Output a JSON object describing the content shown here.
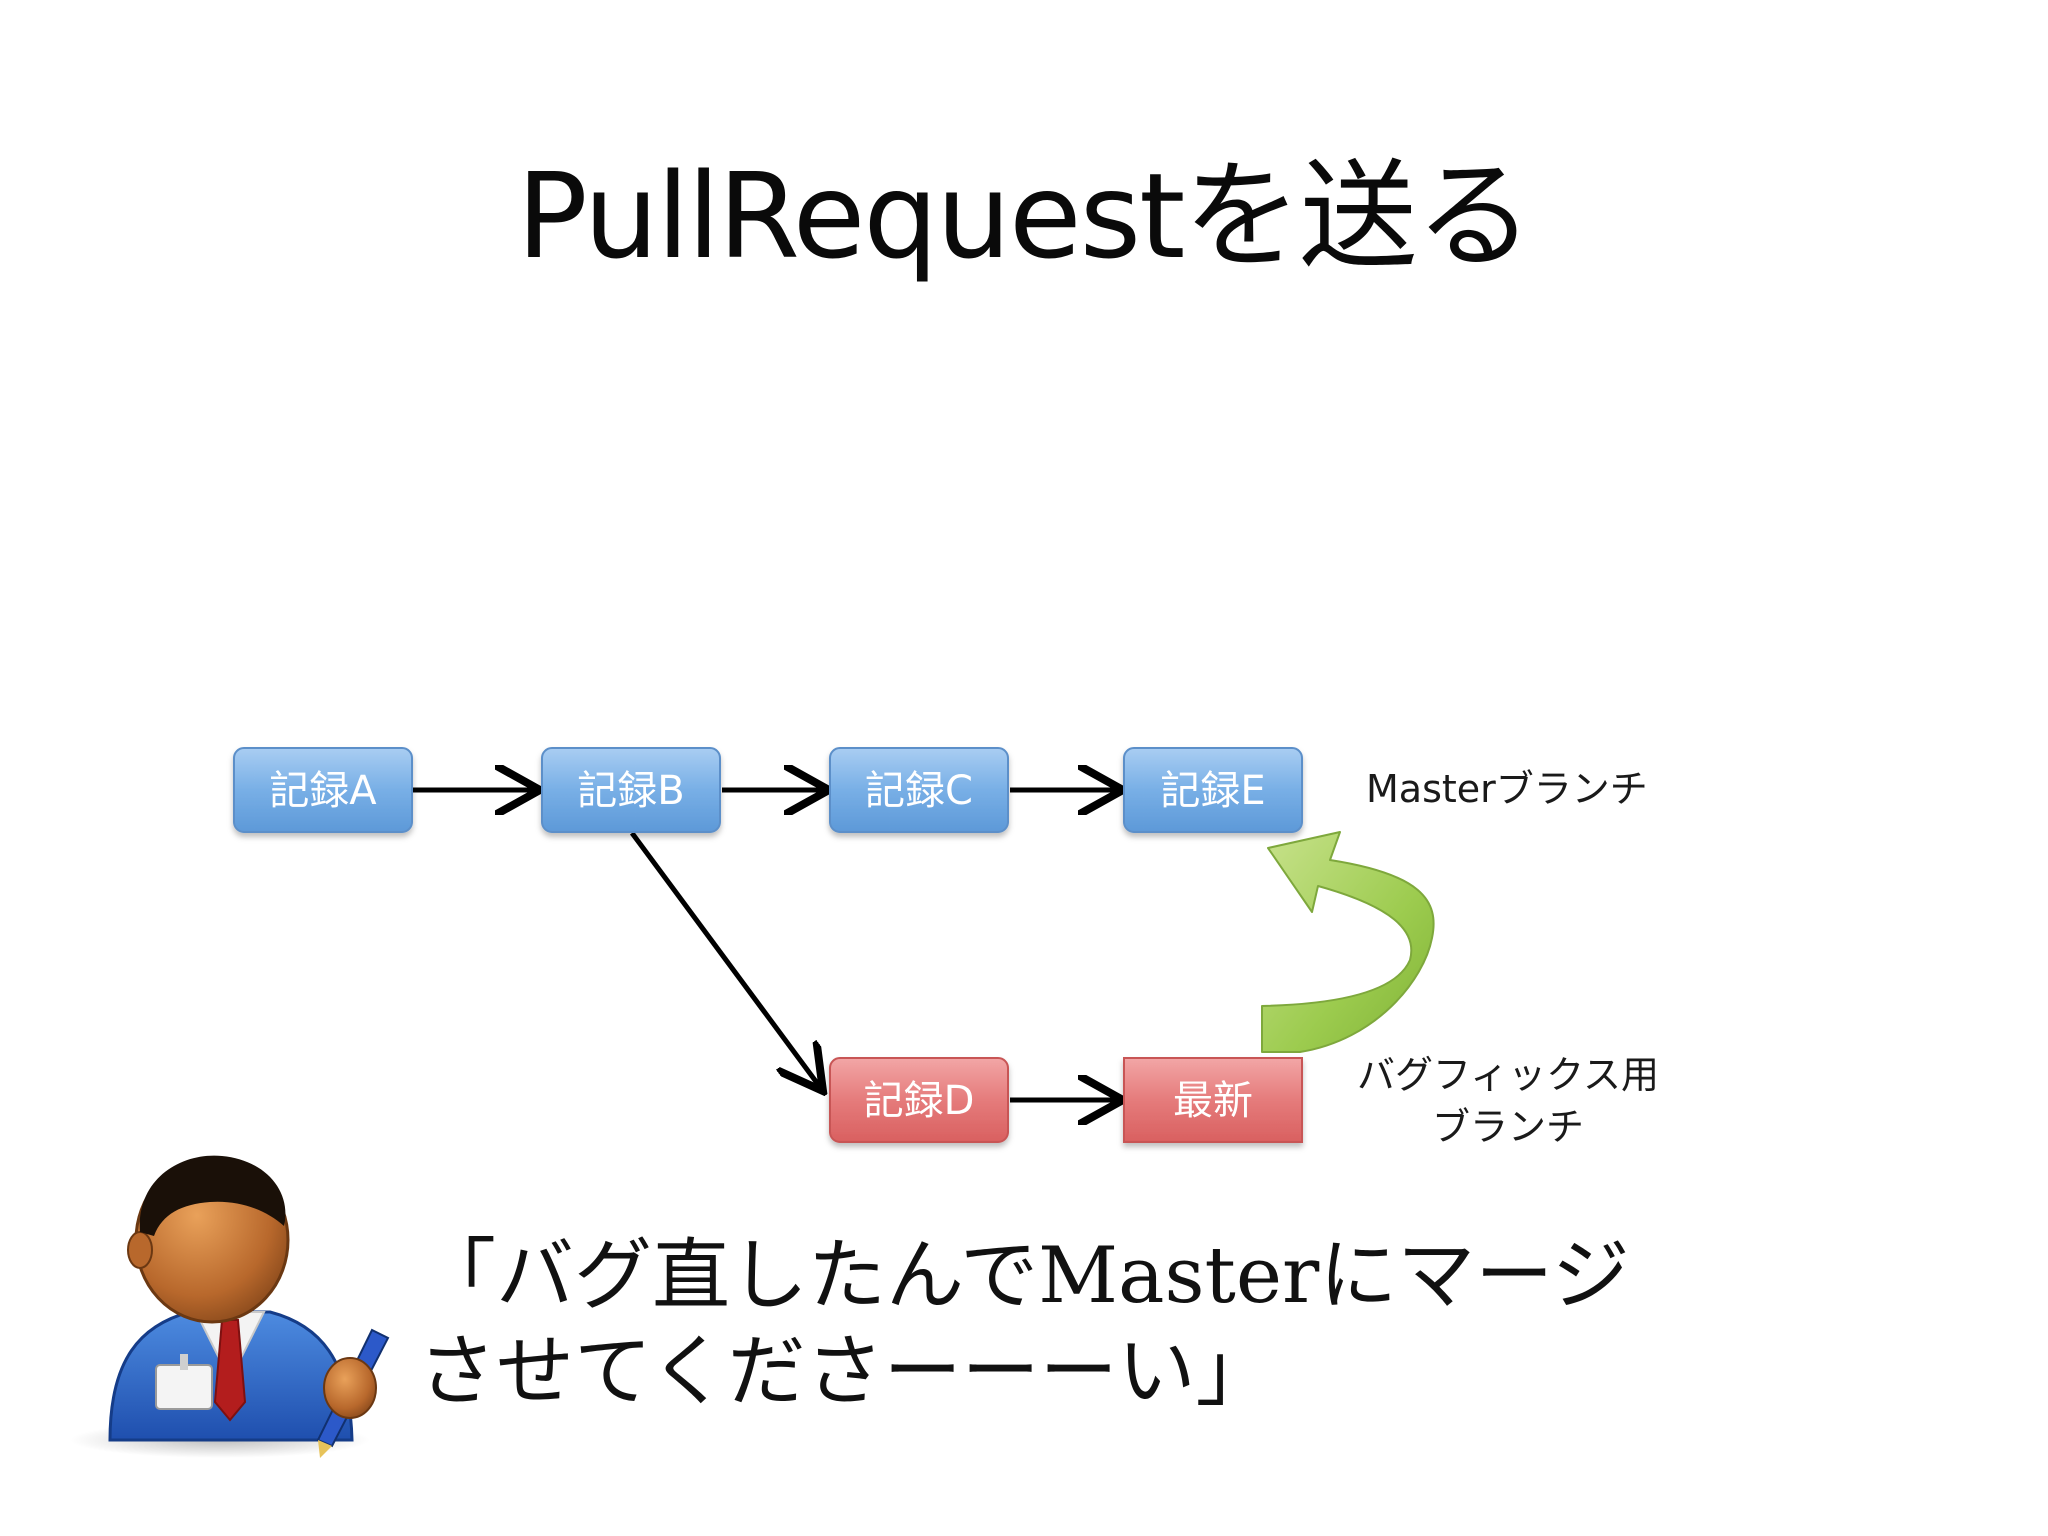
{
  "slide": {
    "title": "PullRequestを送る"
  },
  "diagram": {
    "nodes": {
      "a": "記録A",
      "b": "記録B",
      "c": "記録C",
      "e": "記録E",
      "d": "記録D",
      "latest": "最新"
    },
    "labels": {
      "master_branch": "Masterブランチ",
      "bugfix_branch_line1": "バグフィックス用",
      "bugfix_branch_line2": "ブランチ"
    },
    "colors": {
      "master_node": "#6fa8dc",
      "bugfix_node": "#e06666",
      "merge_arrow": "#8cbf3f"
    }
  },
  "speech": {
    "line1": "「バグ直したんでMasterにマージ",
    "line2": "させてくださーーーい」"
  }
}
